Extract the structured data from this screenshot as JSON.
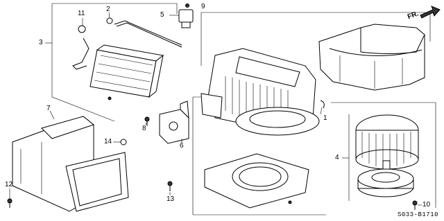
{
  "diagram": {
    "part_code": "S033-B1710",
    "direction_label": "FR.",
    "callouts": [
      "1",
      "2",
      "3",
      "4",
      "5",
      "6",
      "7",
      "8",
      "9",
      "10",
      "11",
      "12",
      "13",
      "14"
    ]
  }
}
